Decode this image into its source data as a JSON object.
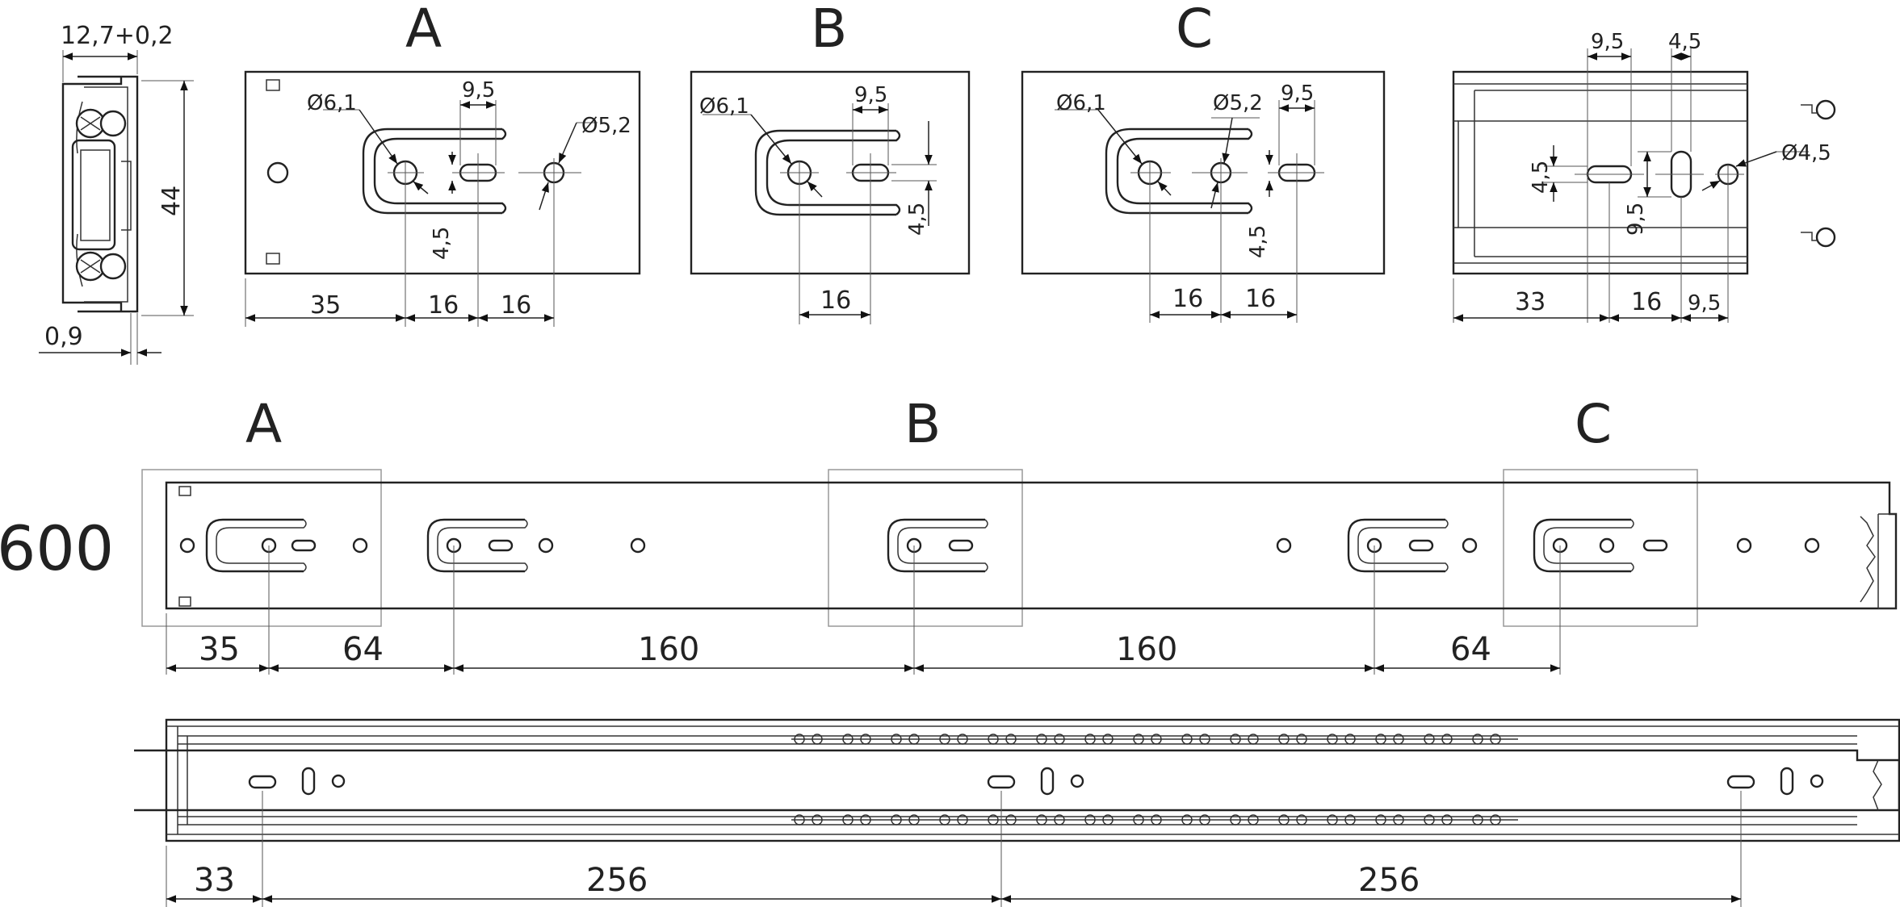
{
  "views": {
    "A": "A",
    "B": "B",
    "C": "C",
    "length": "600"
  },
  "cross_section": {
    "width": "12,7+0,2",
    "height": "44",
    "thickness": "0,9"
  },
  "detail_A": {
    "hole_big": "Ø6,1",
    "hole_small": "Ø5,2",
    "slot_width": "9,5",
    "slot_height": "4,5",
    "d1": "35",
    "d2": "16",
    "d3": "16"
  },
  "detail_B": {
    "hole_big": "Ø6,1",
    "slot_width": "9,5",
    "slot_height": "4,5",
    "d1": "16"
  },
  "detail_C": {
    "hole_big": "Ø6,1",
    "hole_small": "Ø5,2",
    "slot_width": "9,5",
    "slot_height": "4,5",
    "d1": "16",
    "d2": "16"
  },
  "detail_drawer": {
    "slot_h_width": "9,5",
    "slot_v_width": "4,5",
    "slot_h_height": "4,5",
    "slot_v_height": "9,5",
    "hole": "Ø4,5",
    "d1": "33",
    "d2": "16",
    "d3": "9,5"
  },
  "rail_cabinet": {
    "dims": [
      "35",
      "64",
      "160",
      "160",
      "64"
    ]
  },
  "rail_drawer": {
    "dims": [
      "33",
      "256",
      "256"
    ]
  }
}
